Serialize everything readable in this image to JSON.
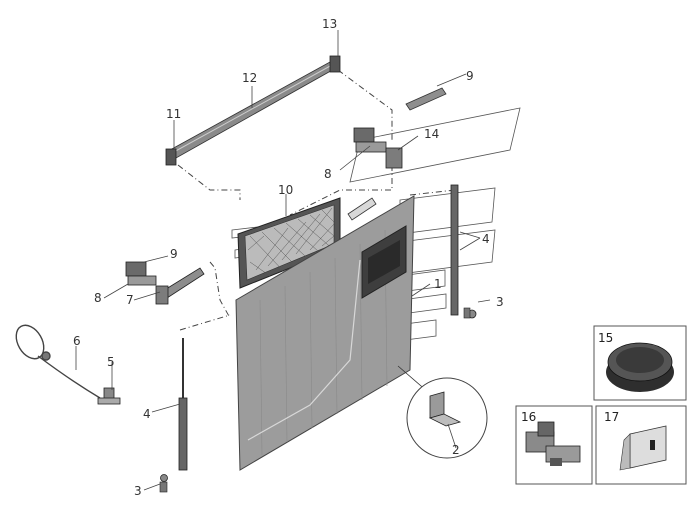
{
  "callouts": [
    {
      "id": "c1",
      "label": "1"
    },
    {
      "id": "c2",
      "label": "2"
    },
    {
      "id": "c3a",
      "label": "3"
    },
    {
      "id": "c3b",
      "label": "3"
    },
    {
      "id": "c4a",
      "label": "4"
    },
    {
      "id": "c4b",
      "label": "4"
    },
    {
      "id": "c5",
      "label": "5"
    },
    {
      "id": "c6",
      "label": "6"
    },
    {
      "id": "c7",
      "label": "7"
    },
    {
      "id": "c8a",
      "label": "8"
    },
    {
      "id": "c8b",
      "label": "8"
    },
    {
      "id": "c9a",
      "label": "9"
    },
    {
      "id": "c9b",
      "label": "9"
    },
    {
      "id": "c10",
      "label": "10"
    },
    {
      "id": "c11",
      "label": "11"
    },
    {
      "id": "c12",
      "label": "12"
    },
    {
      "id": "c13",
      "label": "13"
    },
    {
      "id": "c14",
      "label": "14"
    }
  ],
  "insets": [
    {
      "id": "i15",
      "label": "15"
    },
    {
      "id": "i16",
      "label": "16"
    },
    {
      "id": "i17",
      "label": "17"
    }
  ],
  "colors": {
    "line": "#444444",
    "panel": "#9a9a9a",
    "panel_dark": "#6e6e6e",
    "frame": "#555555"
  }
}
